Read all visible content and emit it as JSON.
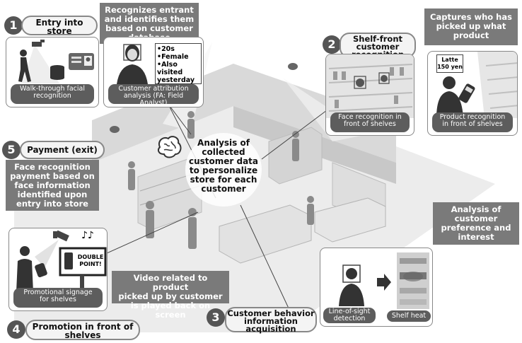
{
  "steps": {
    "entry": {
      "num": "1",
      "title_line1": "Entry into",
      "title_line2": "store"
    },
    "shelf": {
      "num": "2",
      "title_line1": "Shelf-front",
      "title_line2": "customer",
      "title_line3": "recognition"
    },
    "behavior": {
      "num": "3",
      "title_line1": "Customer behavior",
      "title_line2": "information",
      "title_line3": "acquisition"
    },
    "promotion": {
      "num": "4",
      "title_line1": "Promotion in front of",
      "title_line2": "shelves"
    },
    "payment": {
      "num": "5",
      "title_line1": "Payment (exit)"
    }
  },
  "callouts": {
    "recognize": {
      "l1": "Recognizes entrant",
      "l2": "and identifies them",
      "l3": "based on customer",
      "l4": "database"
    },
    "captures": {
      "l1": "Captures who has",
      "l2": "picked up what",
      "l3": "product"
    },
    "payment_desc": {
      "l1": "Face recognition",
      "l2": "payment based on",
      "l3": "face information",
      "l4": "identified upon",
      "l5": "entry into store"
    },
    "analysis_pref": {
      "l1": "Analysis of",
      "l2": "customer",
      "l3": "preference and",
      "l4": "interest"
    },
    "video": {
      "l1": "Video related to product",
      "l2": "picked up by customer",
      "l3": "is played back on screen"
    },
    "center": {
      "l1": "Analysis of",
      "l2": "collected",
      "l3": "customer data",
      "l4": "to personalize",
      "l5": "store for each",
      "l6": "customer"
    }
  },
  "panels": {
    "walkthrough": {
      "cap1": "Walk-through facial",
      "cap2": "recognition"
    },
    "attribution": {
      "cap1": "Customer attribution",
      "cap2": "analysis (FA: Field Analyst)",
      "attr1": "•20s",
      "attr2": "•Female",
      "attr3": "•Also visited",
      "attr4": "yesterday"
    },
    "shelf_face": {
      "cap1": "Face recognition in",
      "cap2": "front of shelves"
    },
    "product": {
      "cap1": "Product recognition",
      "cap2": "in front of shelves",
      "tag1": "Latte",
      "tag2": "150 yen"
    },
    "promo": {
      "cap1": "Promotional signage",
      "cap2": "for shelves",
      "sign1": "DOUBLE",
      "sign2": "POINT!"
    },
    "gaze": {
      "cap1": "Line-of-sight",
      "cap2": "detection",
      "cap3": "Shelf heat map"
    }
  },
  "icons": {
    "brain": "brain-icon",
    "camera": "camera-icon",
    "person": "person-icon",
    "arrow": "arrow-right-icon",
    "note": "music-note-icon"
  },
  "colors": {
    "dark_label": "#7a7a7a",
    "number_circle": "#555555",
    "panel_border": "#888888"
  }
}
